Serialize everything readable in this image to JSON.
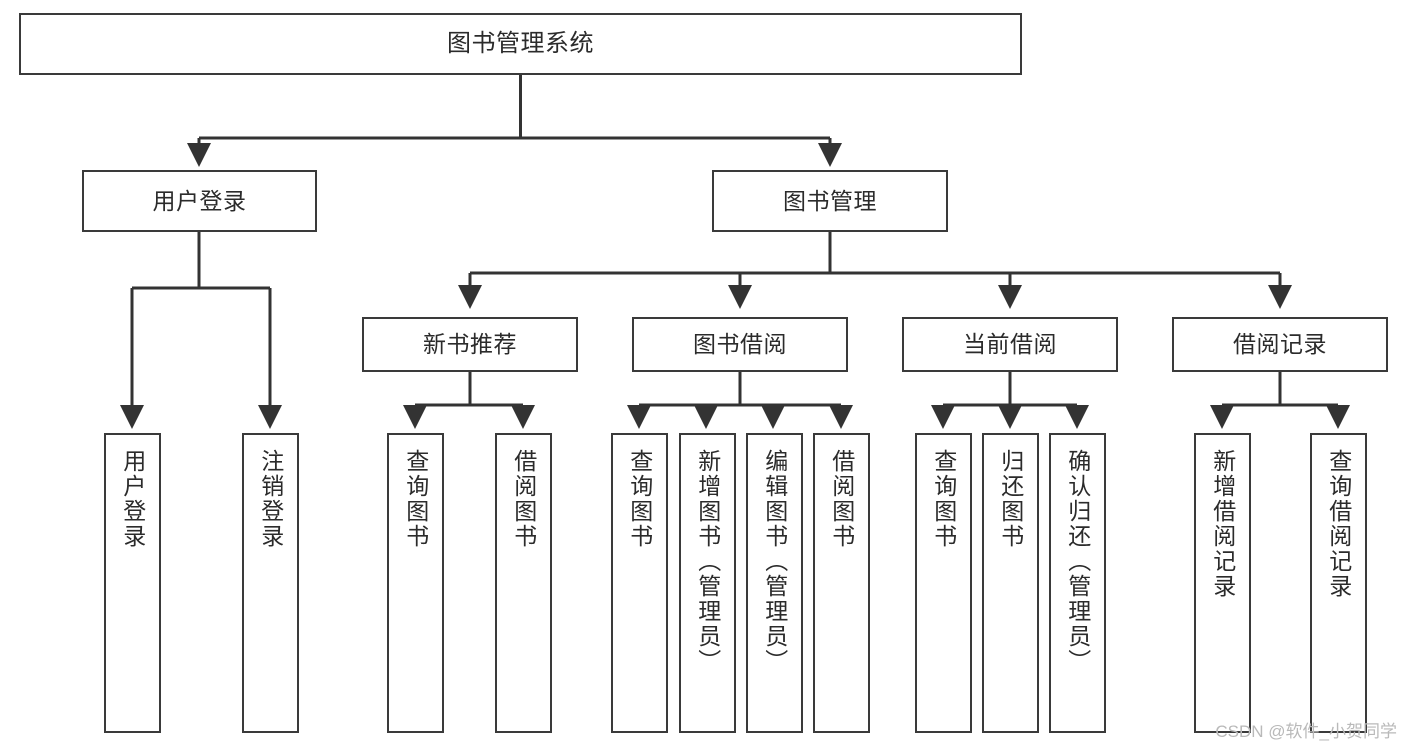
{
  "diagram": {
    "type": "tree",
    "title": "图书管理系统",
    "orientation": "top-down",
    "colors": {
      "box_border": "#3a3a3a",
      "box_fill": "#ffffff",
      "edge": "#333333",
      "text": "#2b2b2b",
      "watermark": "#b9b9b9",
      "background": "#ffffff"
    },
    "root": {
      "id": "root",
      "label": "图书管理系统"
    },
    "level2": [
      {
        "id": "user-login",
        "label": "用户登录"
      },
      {
        "id": "book-manage",
        "label": "图书管理"
      }
    ],
    "level3": [
      {
        "id": "new-book-recommend",
        "label": "新书推荐"
      },
      {
        "id": "book-borrow",
        "label": "图书借阅"
      },
      {
        "id": "current-borrow",
        "label": "当前借阅"
      },
      {
        "id": "borrow-record",
        "label": "借阅记录"
      }
    ],
    "leaves": {
      "user_login": [
        {
          "id": "leaf-user-login",
          "label": "用户登录"
        },
        {
          "id": "leaf-logout-login",
          "label": "注销登录"
        }
      ],
      "new_book_recommend": [
        {
          "id": "leaf-query-book-1",
          "label": "查询图书"
        },
        {
          "id": "leaf-borrow-book-1",
          "label": "借阅图书"
        }
      ],
      "book_borrow": [
        {
          "id": "leaf-query-book-2",
          "label": "查询图书"
        },
        {
          "id": "leaf-add-book",
          "label": "新增图书（管理员）"
        },
        {
          "id": "leaf-edit-book",
          "label": "编辑图书（管理员）"
        },
        {
          "id": "leaf-borrow-book-2",
          "label": "借阅图书"
        }
      ],
      "current_borrow": [
        {
          "id": "leaf-query-book-3",
          "label": "查询图书"
        },
        {
          "id": "leaf-return-book",
          "label": "归还图书"
        },
        {
          "id": "leaf-confirm-return",
          "label": "确认归还（管理员）"
        }
      ],
      "borrow_record": [
        {
          "id": "leaf-add-record",
          "label": "新增借阅记录"
        },
        {
          "id": "leaf-query-record",
          "label": "查询借阅记录"
        }
      ]
    }
  },
  "watermark": {
    "text": "CSDN @软件_小贺同学"
  }
}
